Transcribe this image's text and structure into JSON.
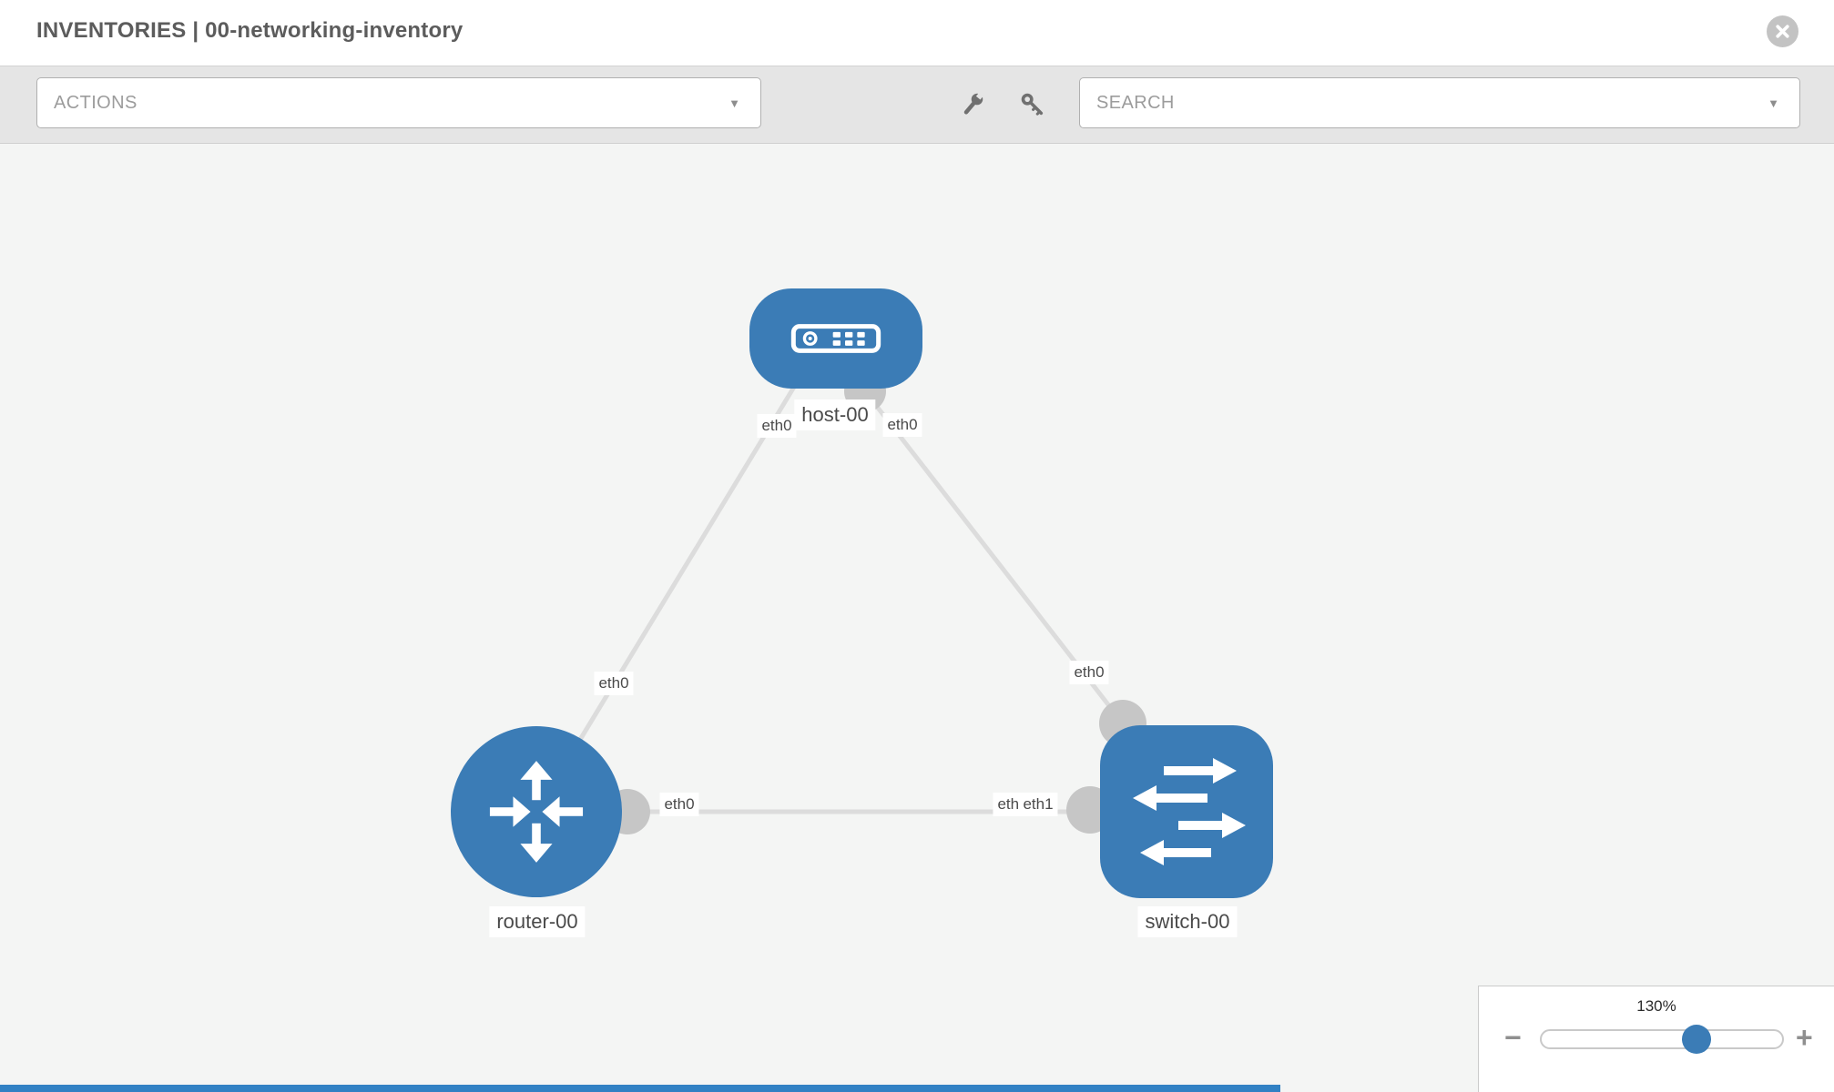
{
  "header": {
    "title": "INVENTORIES | 00-networking-inventory"
  },
  "toolbar": {
    "actions": {
      "label": "ACTIONS",
      "caret": "▼"
    },
    "search": {
      "label": "SEARCH",
      "caret": "▼"
    },
    "tools": {
      "wrench": "wrench-icon",
      "key": "key-icon"
    }
  },
  "canvas": {
    "nodes": [
      {
        "id": "host-00",
        "type": "host",
        "label": "host-00"
      },
      {
        "id": "router-00",
        "type": "router",
        "label": "router-00"
      },
      {
        "id": "switch-00",
        "type": "switch",
        "label": "switch-00"
      }
    ],
    "links": [
      {
        "from": "router-00",
        "from_iface": "eth0",
        "to": "host-00",
        "to_iface": "eth0"
      },
      {
        "from": "host-00",
        "from_iface": "eth0",
        "to": "switch-00",
        "to_iface": "eth0"
      },
      {
        "from": "router-00",
        "from_iface": "eth0",
        "to": "switch-00",
        "to_iface": "eth1"
      }
    ],
    "iface_labels": {
      "host_left": "eth0",
      "host_right": "eth0",
      "router_top": "eth0",
      "router_right": "eth0",
      "switch_top": "eth0",
      "switch_left_back": "eth0",
      "switch_left_front": "eth1"
    }
  },
  "zoom_control": {
    "value": "130%",
    "minus": "−",
    "plus": "+"
  },
  "colors": {
    "node_blue": "#3b7cb6",
    "link_gray": "#dcdcdc",
    "port_gray": "#c6c6c6",
    "toolbar_gray": "#e5e5e5",
    "canvas_gray": "#f4f5f4",
    "bottom_strip_blue": "#3181c4"
  }
}
